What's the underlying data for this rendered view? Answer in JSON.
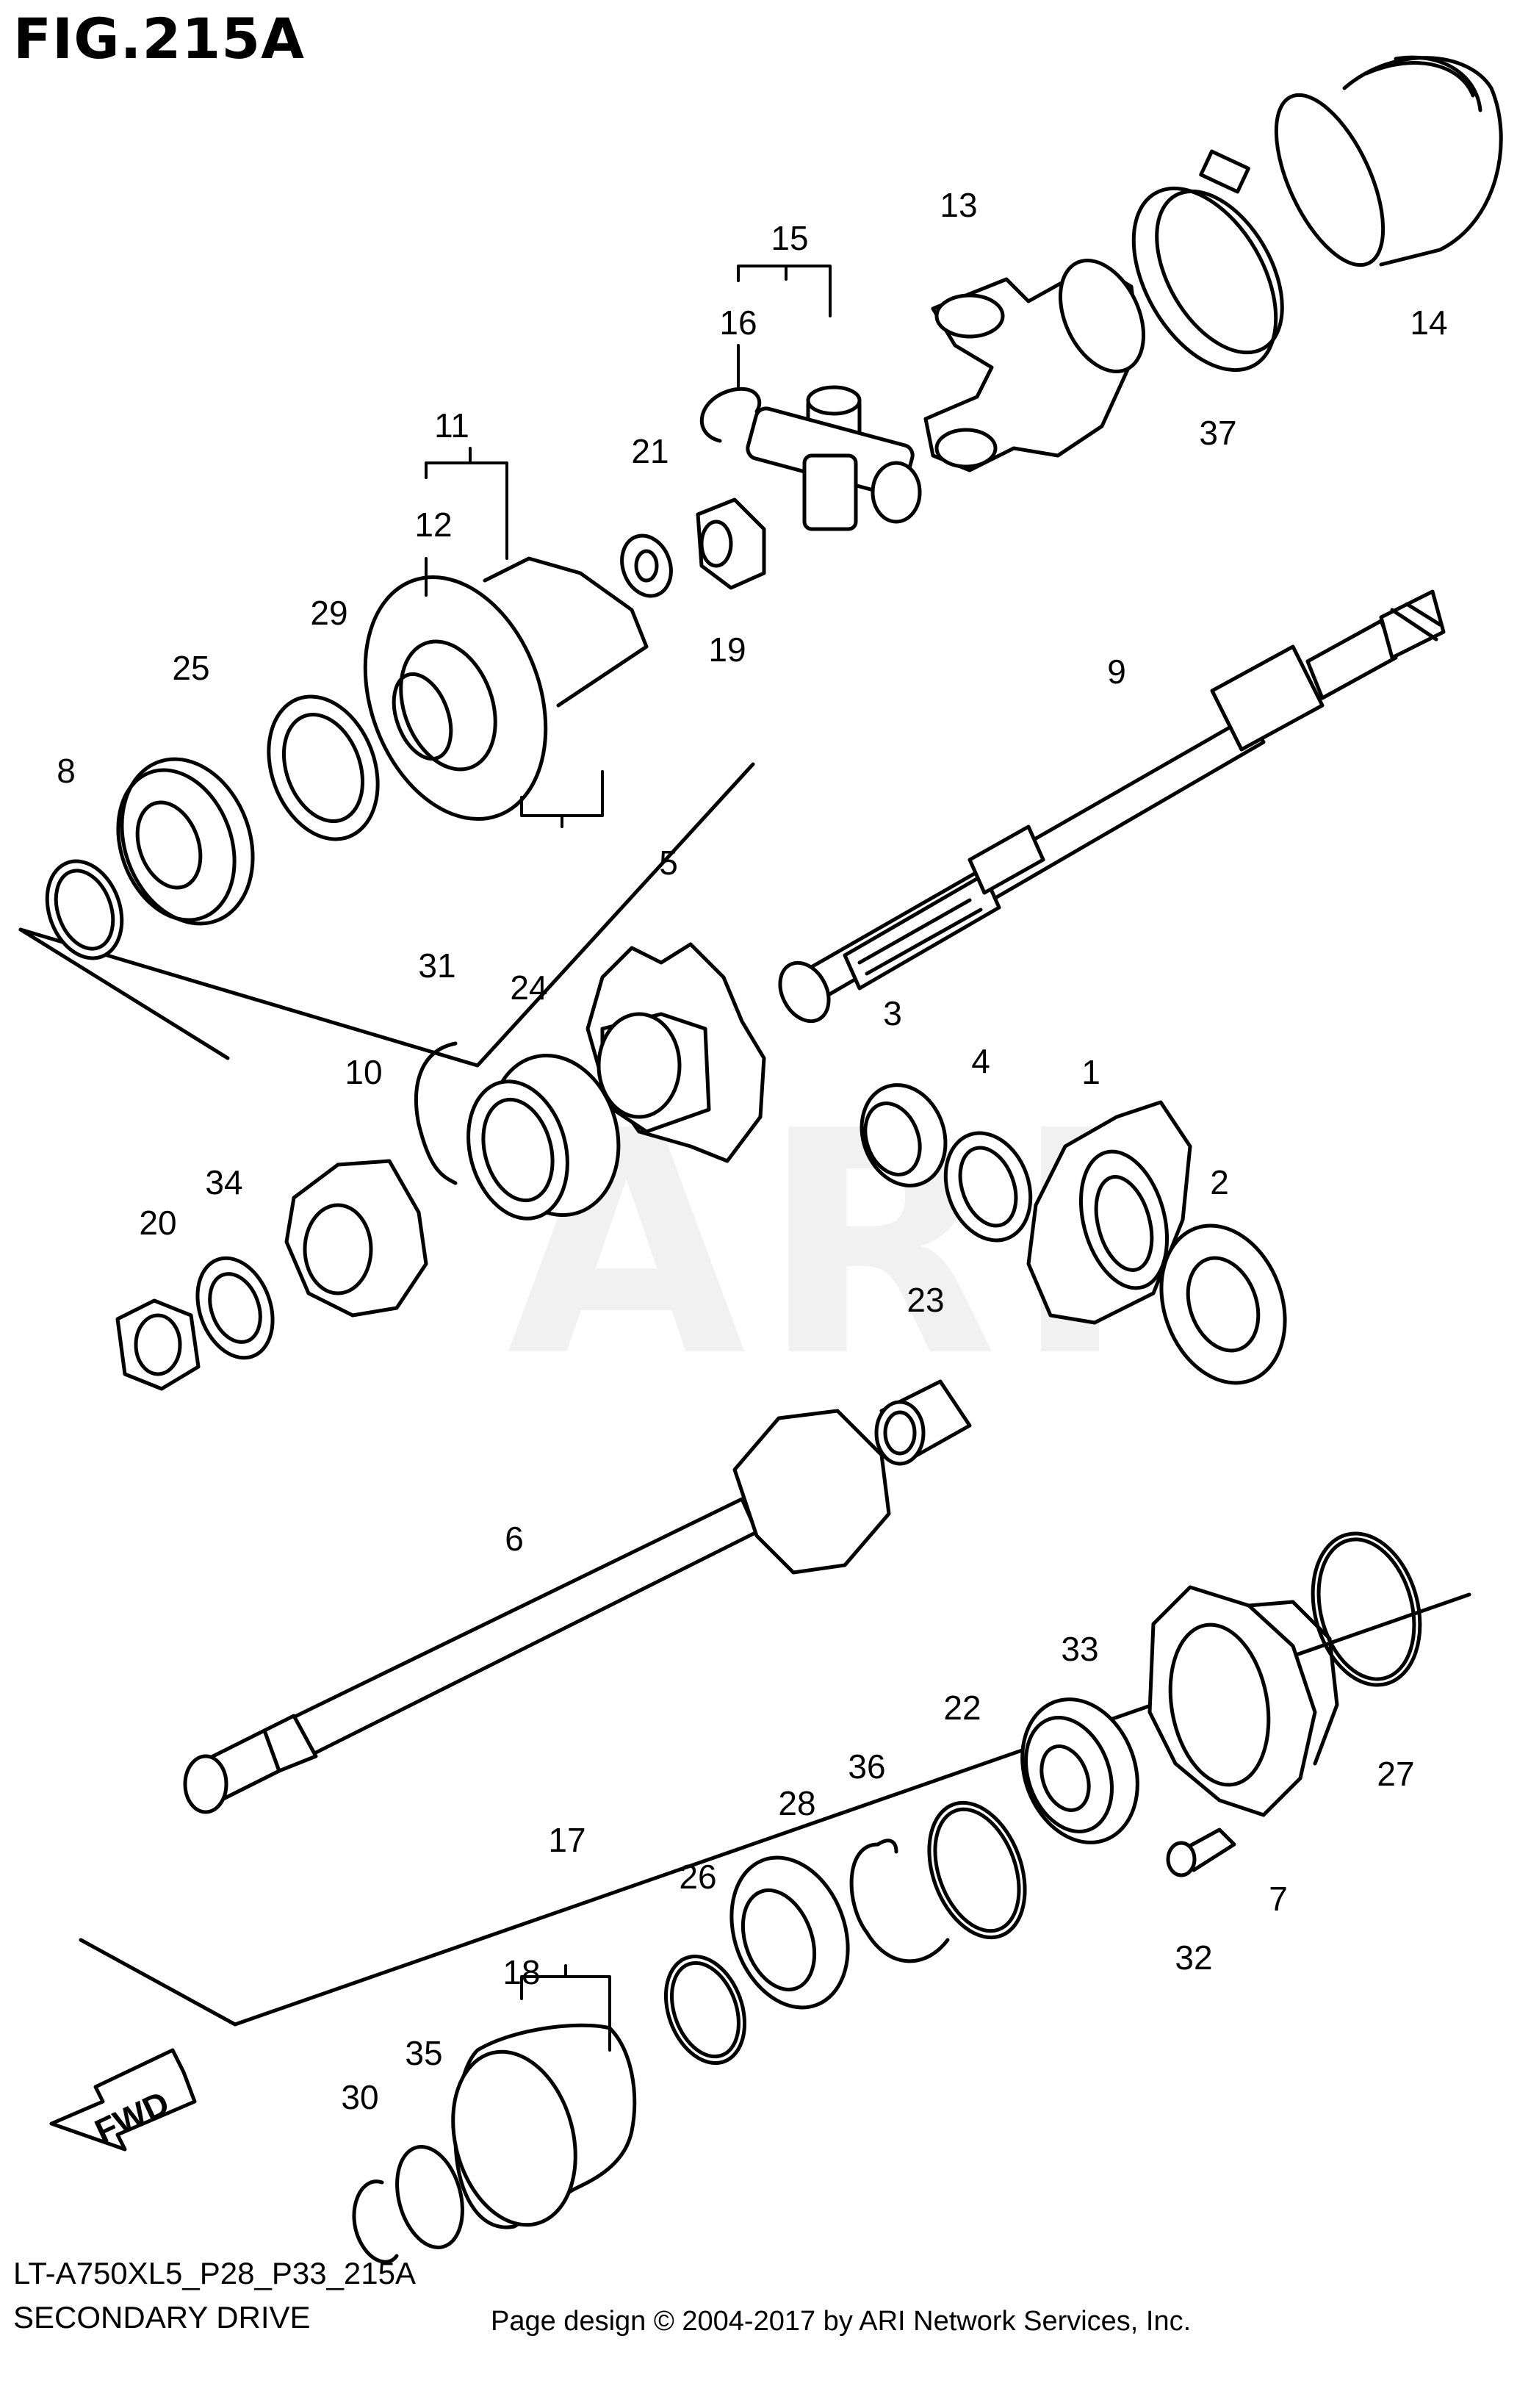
{
  "figure": {
    "title": "FIG.215A",
    "model_code": "LT-A750XL5_P28_P33_215A",
    "section_name": "SECONDARY DRIVE",
    "copyright": "Page design © 2004-2017 by ARI Network Services, Inc.",
    "watermark": "ARI"
  },
  "direction_marker": {
    "label": "FWD",
    "icon": "forward-arrow-icon"
  },
  "callouts": [
    "1",
    "2",
    "3",
    "4",
    "5",
    "6",
    "7",
    "8",
    "9",
    "10",
    "11",
    "12",
    "13",
    "14",
    "15",
    "16",
    "17",
    "18",
    "19",
    "20",
    "21",
    "22",
    "23",
    "24",
    "25",
    "26",
    "27",
    "28",
    "29",
    "30",
    "31",
    "32",
    "33",
    "34",
    "35",
    "36",
    "37"
  ],
  "colors": {
    "line": "#000000",
    "watermark": "#f1f1f1",
    "background": "#ffffff"
  }
}
